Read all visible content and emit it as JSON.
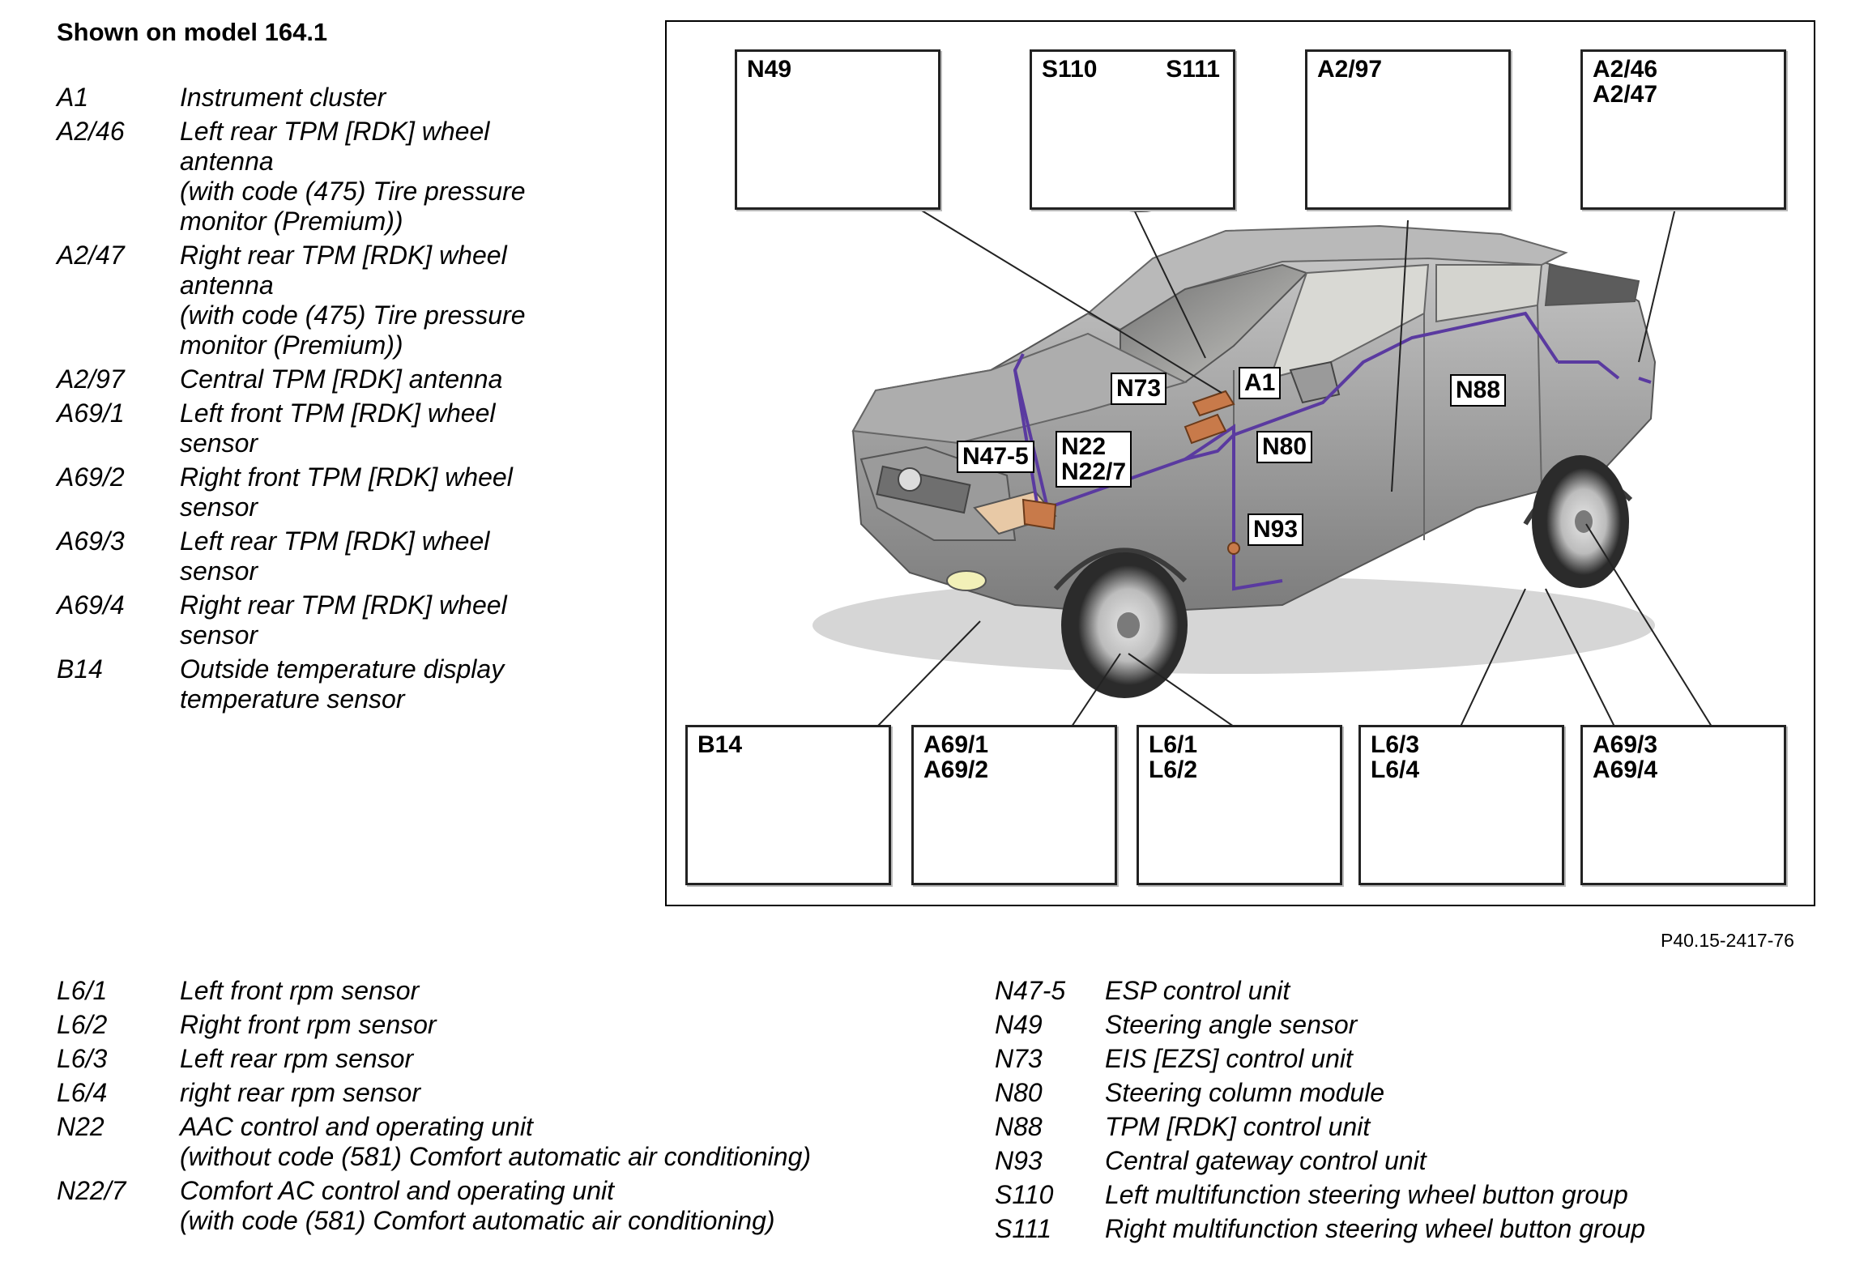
{
  "title": "Shown on model 164.1",
  "figure_ref": "P40.15-2417-76",
  "legend_top": [
    {
      "code": "A1",
      "lines": [
        "Instrument cluster"
      ]
    },
    {
      "code": "A2/46",
      "lines": [
        "Left rear TPM [RDK] wheel",
        "antenna",
        "(with code (475) Tire pressure",
        "monitor (Premium))"
      ]
    },
    {
      "code": "A2/47",
      "lines": [
        "Right rear TPM [RDK]  wheel",
        "antenna",
        "(with code (475) Tire pressure",
        "monitor (Premium))"
      ]
    },
    {
      "code": "A2/97",
      "lines": [
        "Central TPM [RDK] antenna"
      ]
    },
    {
      "code": "A69/1",
      "lines": [
        "Left front TPM [RDK] wheel",
        "sensor"
      ]
    },
    {
      "code": "A69/2",
      "lines": [
        "Right front TPM [RDK] wheel",
        "sensor"
      ]
    },
    {
      "code": "A69/3",
      "lines": [
        "Left rear TPM [RDK] wheel",
        "sensor"
      ]
    },
    {
      "code": "A69/4",
      "lines": [
        "Right rear TPM [RDK] wheel",
        "sensor"
      ]
    },
    {
      "code": "B14",
      "lines": [
        "Outside temperature display",
        "temperature sensor"
      ]
    }
  ],
  "legend_bottom_left": [
    {
      "code": "L6/1",
      "lines": [
        "Left front rpm sensor"
      ]
    },
    {
      "code": "L6/2",
      "lines": [
        "Right front rpm sensor"
      ]
    },
    {
      "code": "L6/3",
      "lines": [
        "Left rear rpm sensor"
      ]
    },
    {
      "code": "L6/4",
      "lines": [
        "right rear rpm sensor"
      ]
    },
    {
      "code": "N22",
      "lines": [
        "AAC control and operating unit",
        "(without code (581) Comfort automatic air conditioning)"
      ]
    },
    {
      "code": "N22/7",
      "lines": [
        "Comfort AC control and operating unit",
        "(with code (581) Comfort automatic air conditioning)"
      ]
    }
  ],
  "legend_bottom_right": [
    {
      "code": "N47-5",
      "lines": [
        "ESP control unit"
      ]
    },
    {
      "code": "N49",
      "lines": [
        "Steering angle sensor"
      ]
    },
    {
      "code": "N73",
      "lines": [
        "EIS [EZS] control unit"
      ]
    },
    {
      "code": "N80",
      "lines": [
        "Steering column module"
      ]
    },
    {
      "code": "N88",
      "lines": [
        "TPM [RDK] control unit"
      ]
    },
    {
      "code": "N93",
      "lines": [
        "Central gateway control unit"
      ]
    },
    {
      "code": "S110",
      "lines": [
        "Left multifunction steering wheel button group"
      ]
    },
    {
      "code": "S111",
      "lines": [
        "Right multifunction steering wheel button group"
      ]
    }
  ],
  "figure": {
    "callouts": {
      "a1": "A1",
      "n73": "N73",
      "n80": "N80",
      "n88": "N88",
      "n22": "N22",
      "n22_7": "N22/7",
      "n47_5": "N47-5",
      "n93": "N93"
    },
    "boxes": {
      "n49": [
        "N49"
      ],
      "s110": "S110",
      "s111": "S111",
      "a2_97": [
        "A2/97"
      ],
      "a2_46_47": [
        "A2/46",
        "A2/47"
      ],
      "b14": [
        "B14"
      ],
      "a69_1_2": [
        "A69/1",
        "A69/2"
      ],
      "l6_1_2": [
        "L6/1",
        "L6/2"
      ],
      "l6_3_4": [
        "L6/3",
        "L6/4"
      ],
      "a69_3_4": [
        "A69/3",
        "A69/4"
      ]
    },
    "colors": {
      "car_body": "#a9a9a9",
      "wiring": "#5a3aa0",
      "component_highlight": "#c87a4a",
      "box_border": "#222222"
    }
  }
}
